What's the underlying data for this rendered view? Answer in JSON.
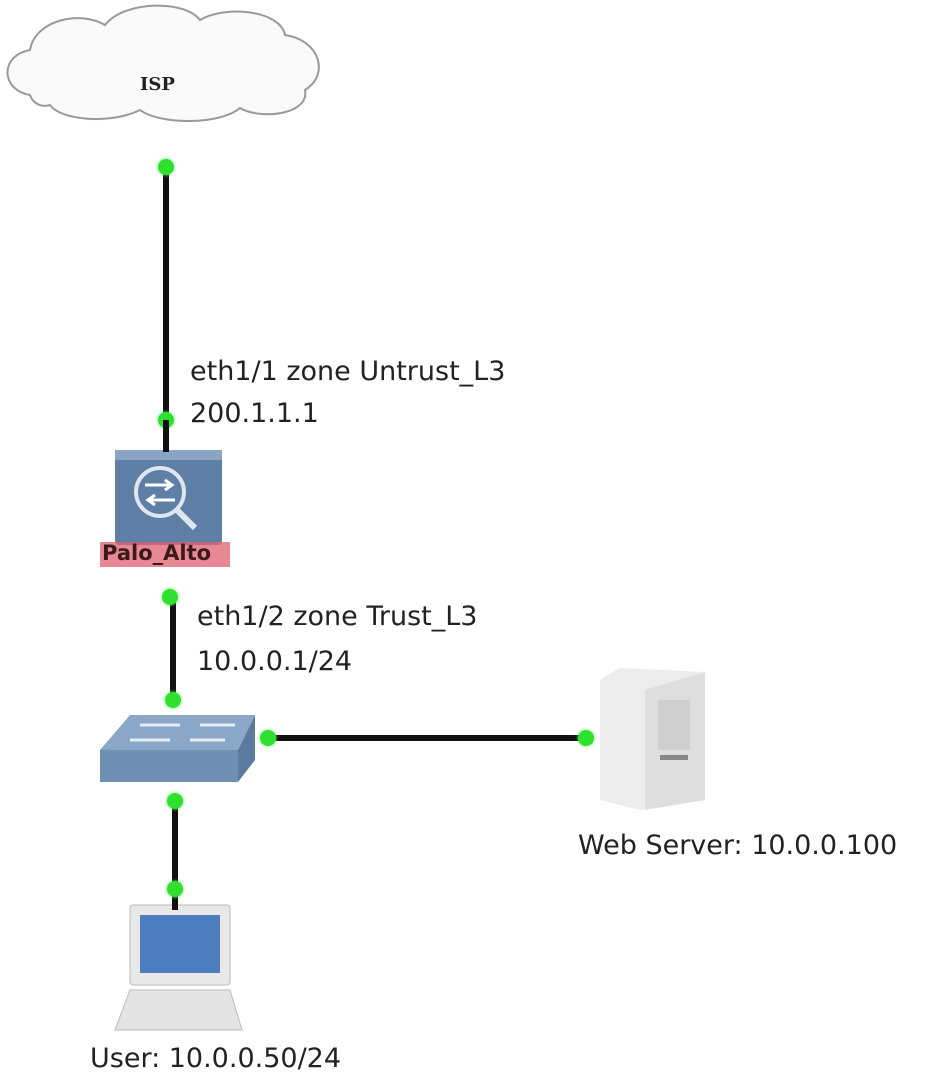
{
  "nodes": {
    "isp": {
      "label": "ISP"
    },
    "firewall": {
      "label": "Palo_Alto"
    },
    "web_server": {
      "label": "Web Server: 10.0.0.100"
    },
    "user": {
      "label": "User: 10.0.0.50/24"
    }
  },
  "interfaces": {
    "eth1_1": {
      "zone": "eth1/1 zone Untrust_L3",
      "ip": "200.1.1.1"
    },
    "eth1_2": {
      "zone": "eth1/2 zone Trust_L3",
      "ip": "10.0.0.1/24"
    }
  },
  "colors": {
    "link_dot": "#2fe02f",
    "firewall": "#5f7fa6",
    "firewall_label_bg": "#e06070",
    "switch": "#6f8fb3"
  }
}
